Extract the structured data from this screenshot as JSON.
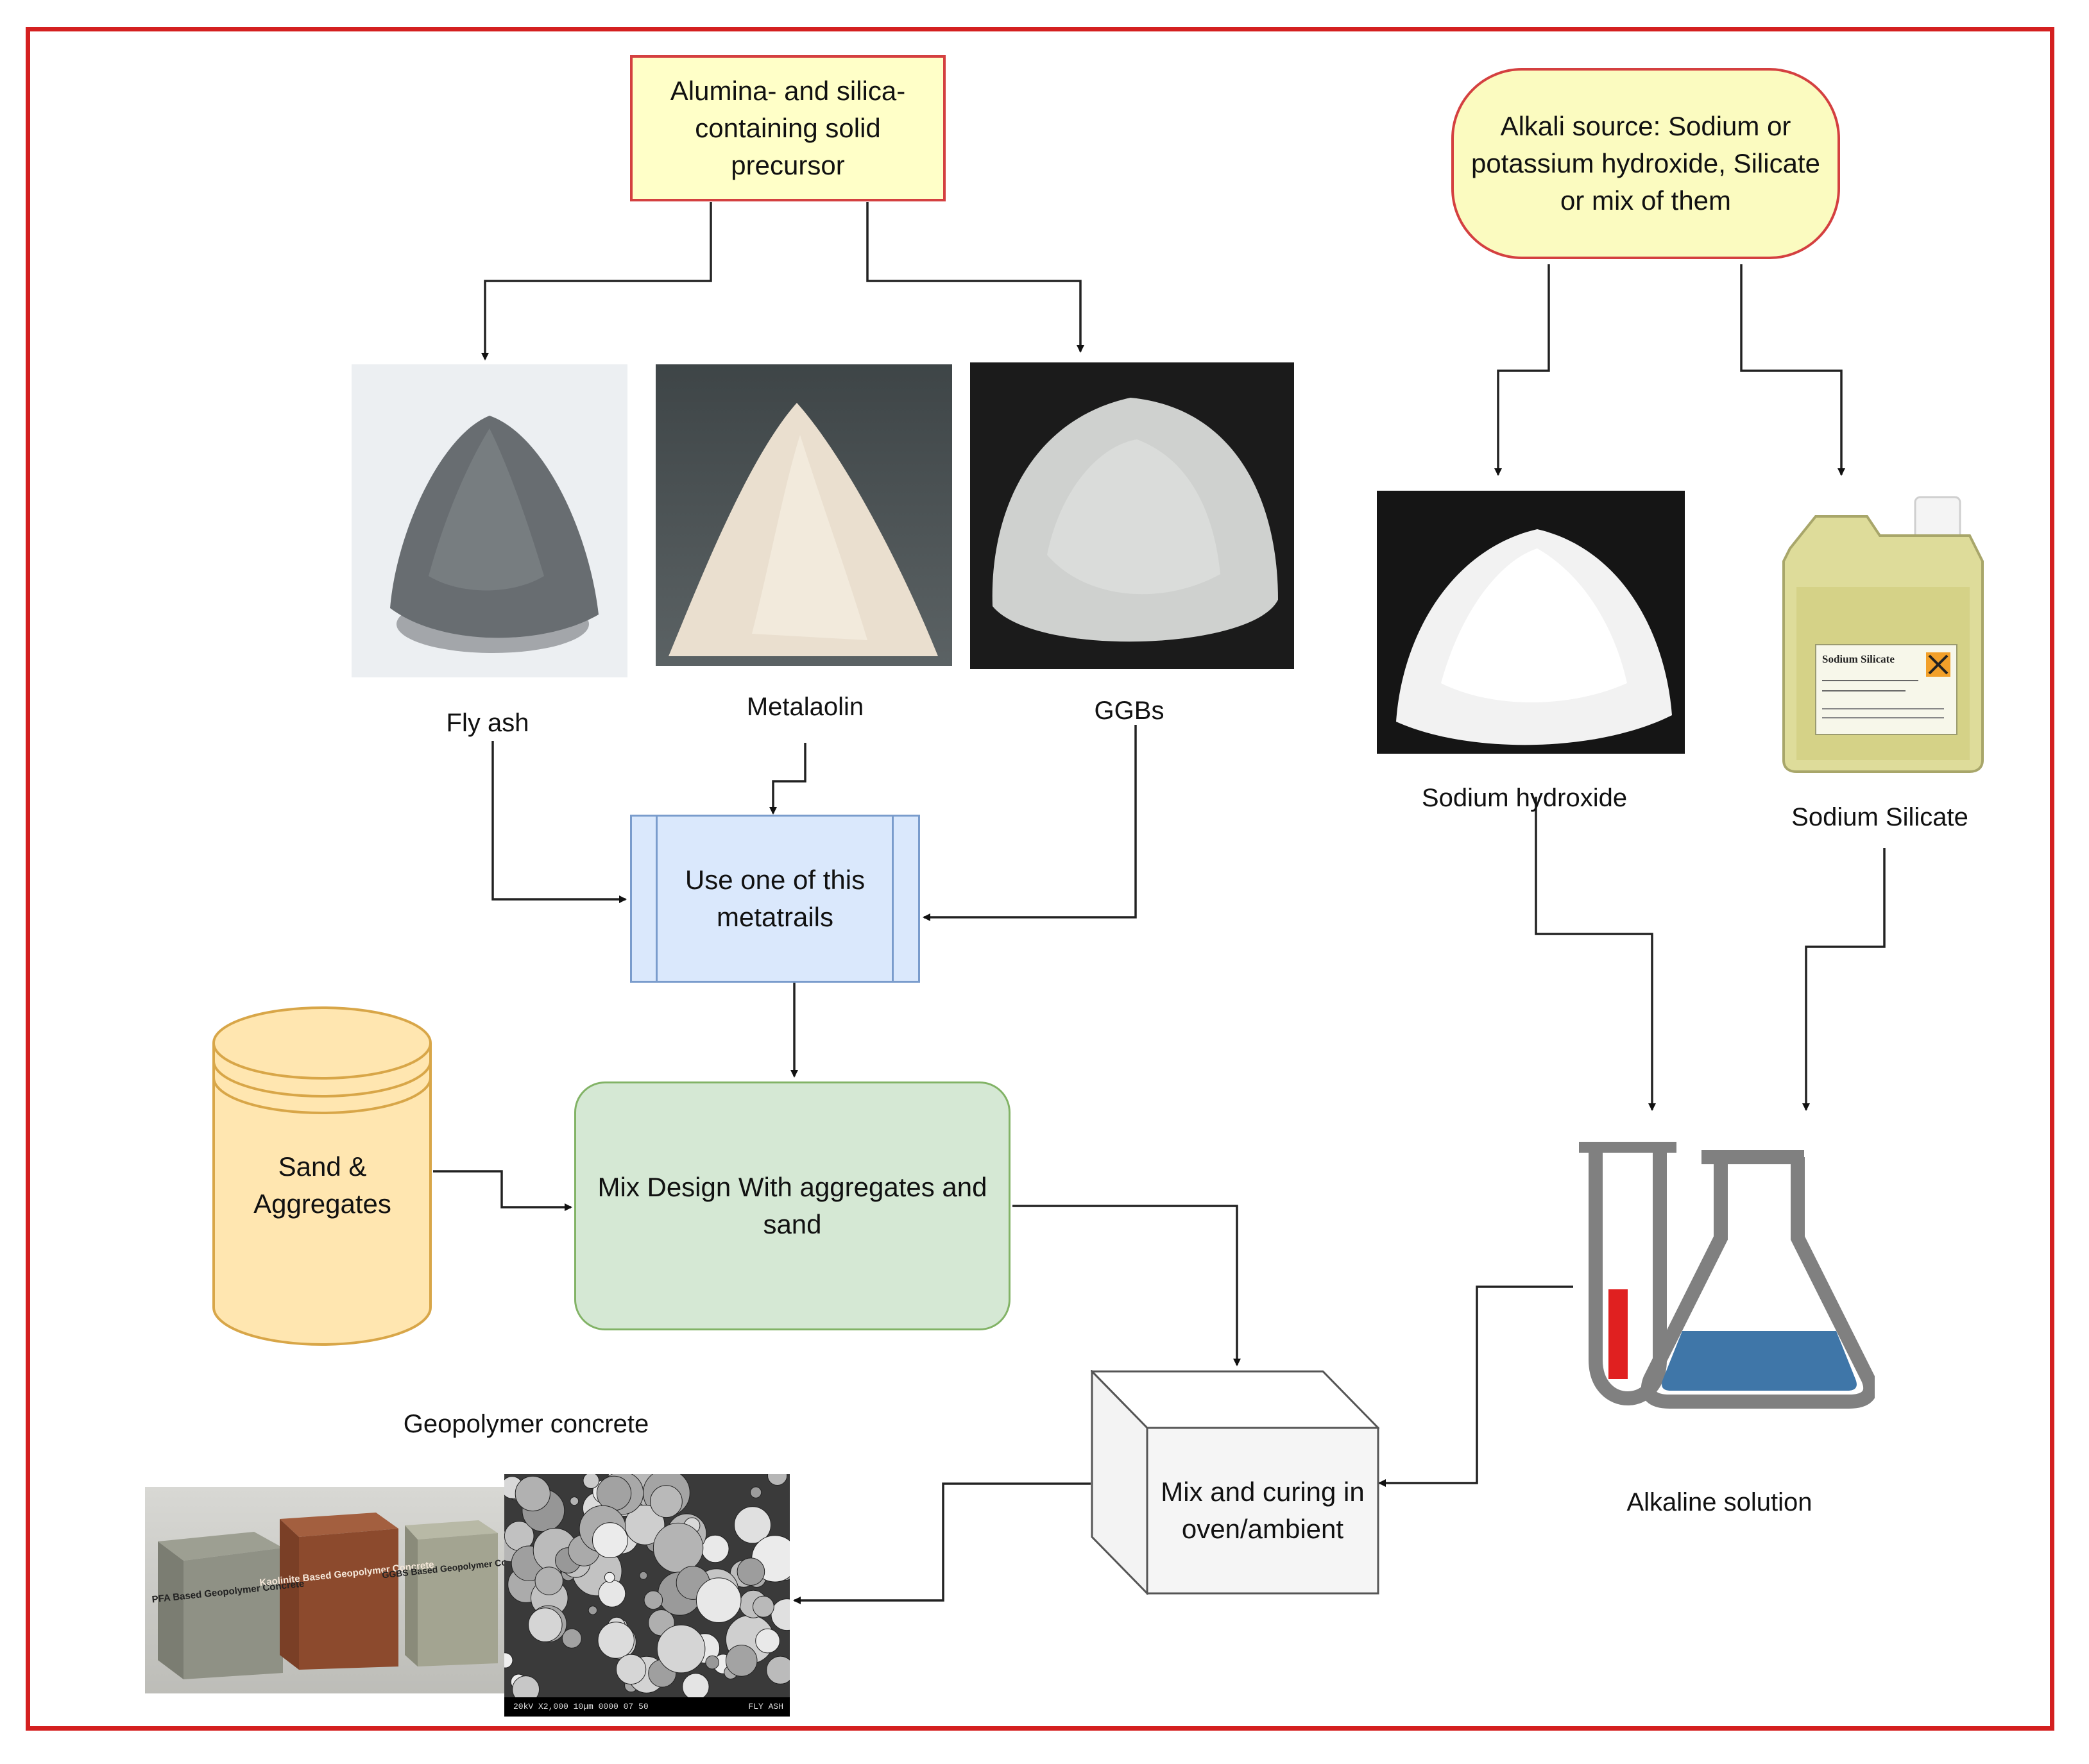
{
  "boxes": {
    "precursor": "Alumina- and silica-containing solid precursor",
    "alkali": "Alkali source: Sodium or potassium hydroxide, Silicate or mix of them",
    "use_one": "Use one of this metatrails",
    "mix_design": "Mix Design With aggregates and sand",
    "sand": "Sand & Aggregates",
    "mix_curing": "Mix and curing in oven/ambient"
  },
  "labels": {
    "fly_ash": "Fly ash",
    "metakaolin": "Metalaolin",
    "ggbs": "GGBs",
    "sodium_hydroxide": "Sodium hydroxide",
    "sodium_silicate": "Sodium Silicate",
    "alkaline_solution": "Alkaline solution",
    "geopolymer_concrete": "Geopolymer concrete"
  },
  "photo_text": {
    "jar_label": "Sodium Silicate",
    "cube_1": "PFA Based Geopolymer Concrete",
    "cube_2": "Kaolinite Based Geopolymer Concrete",
    "cube_3": "GGBS Based Geopolymer Concrete",
    "sem_bar": "20kV  X2,000  10µm  0000 07 50",
    "sem_tag": "FLY ASH"
  },
  "colors": {
    "frame": "#d42020",
    "precursor_fill": "#ffffc8",
    "precursor_border": "#d44040",
    "alkali_fill": "#fbfbc0",
    "alkali_border": "#d44040",
    "use_one_fill": "#dae8fc",
    "use_one_border": "#7a9ccc",
    "mix_design_fill": "#d5e8d4",
    "mix_design_border": "#82b366",
    "sand_fill": "#ffe6b0",
    "sand_border": "#d8a648",
    "flask_gray": "#808080",
    "flask_blue": "#3f76a8",
    "tube_red": "#e02020"
  }
}
